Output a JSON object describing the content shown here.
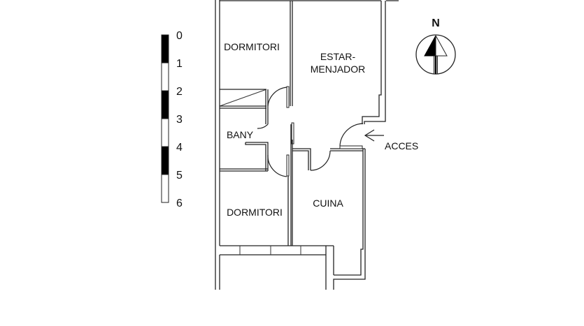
{
  "rooms": {
    "dormitori_top": "DORMITORI",
    "estar_line1": "ESTAR-",
    "estar_line2": "MENJADOR",
    "bany": "BANY",
    "dormitori_bottom": "DORMITORI",
    "cuina": "CUINA"
  },
  "entrance": {
    "label": "ACCES"
  },
  "north_arrow": {
    "label": "N"
  },
  "scale_bar": {
    "ticks": [
      "0",
      "1",
      "2",
      "3",
      "4",
      "5",
      "6"
    ],
    "segments": [
      "black",
      "white",
      "black",
      "white",
      "black",
      "white"
    ]
  },
  "colors": {
    "line": "#222222",
    "fill_dark": "#000000",
    "background": "#ffffff"
  }
}
